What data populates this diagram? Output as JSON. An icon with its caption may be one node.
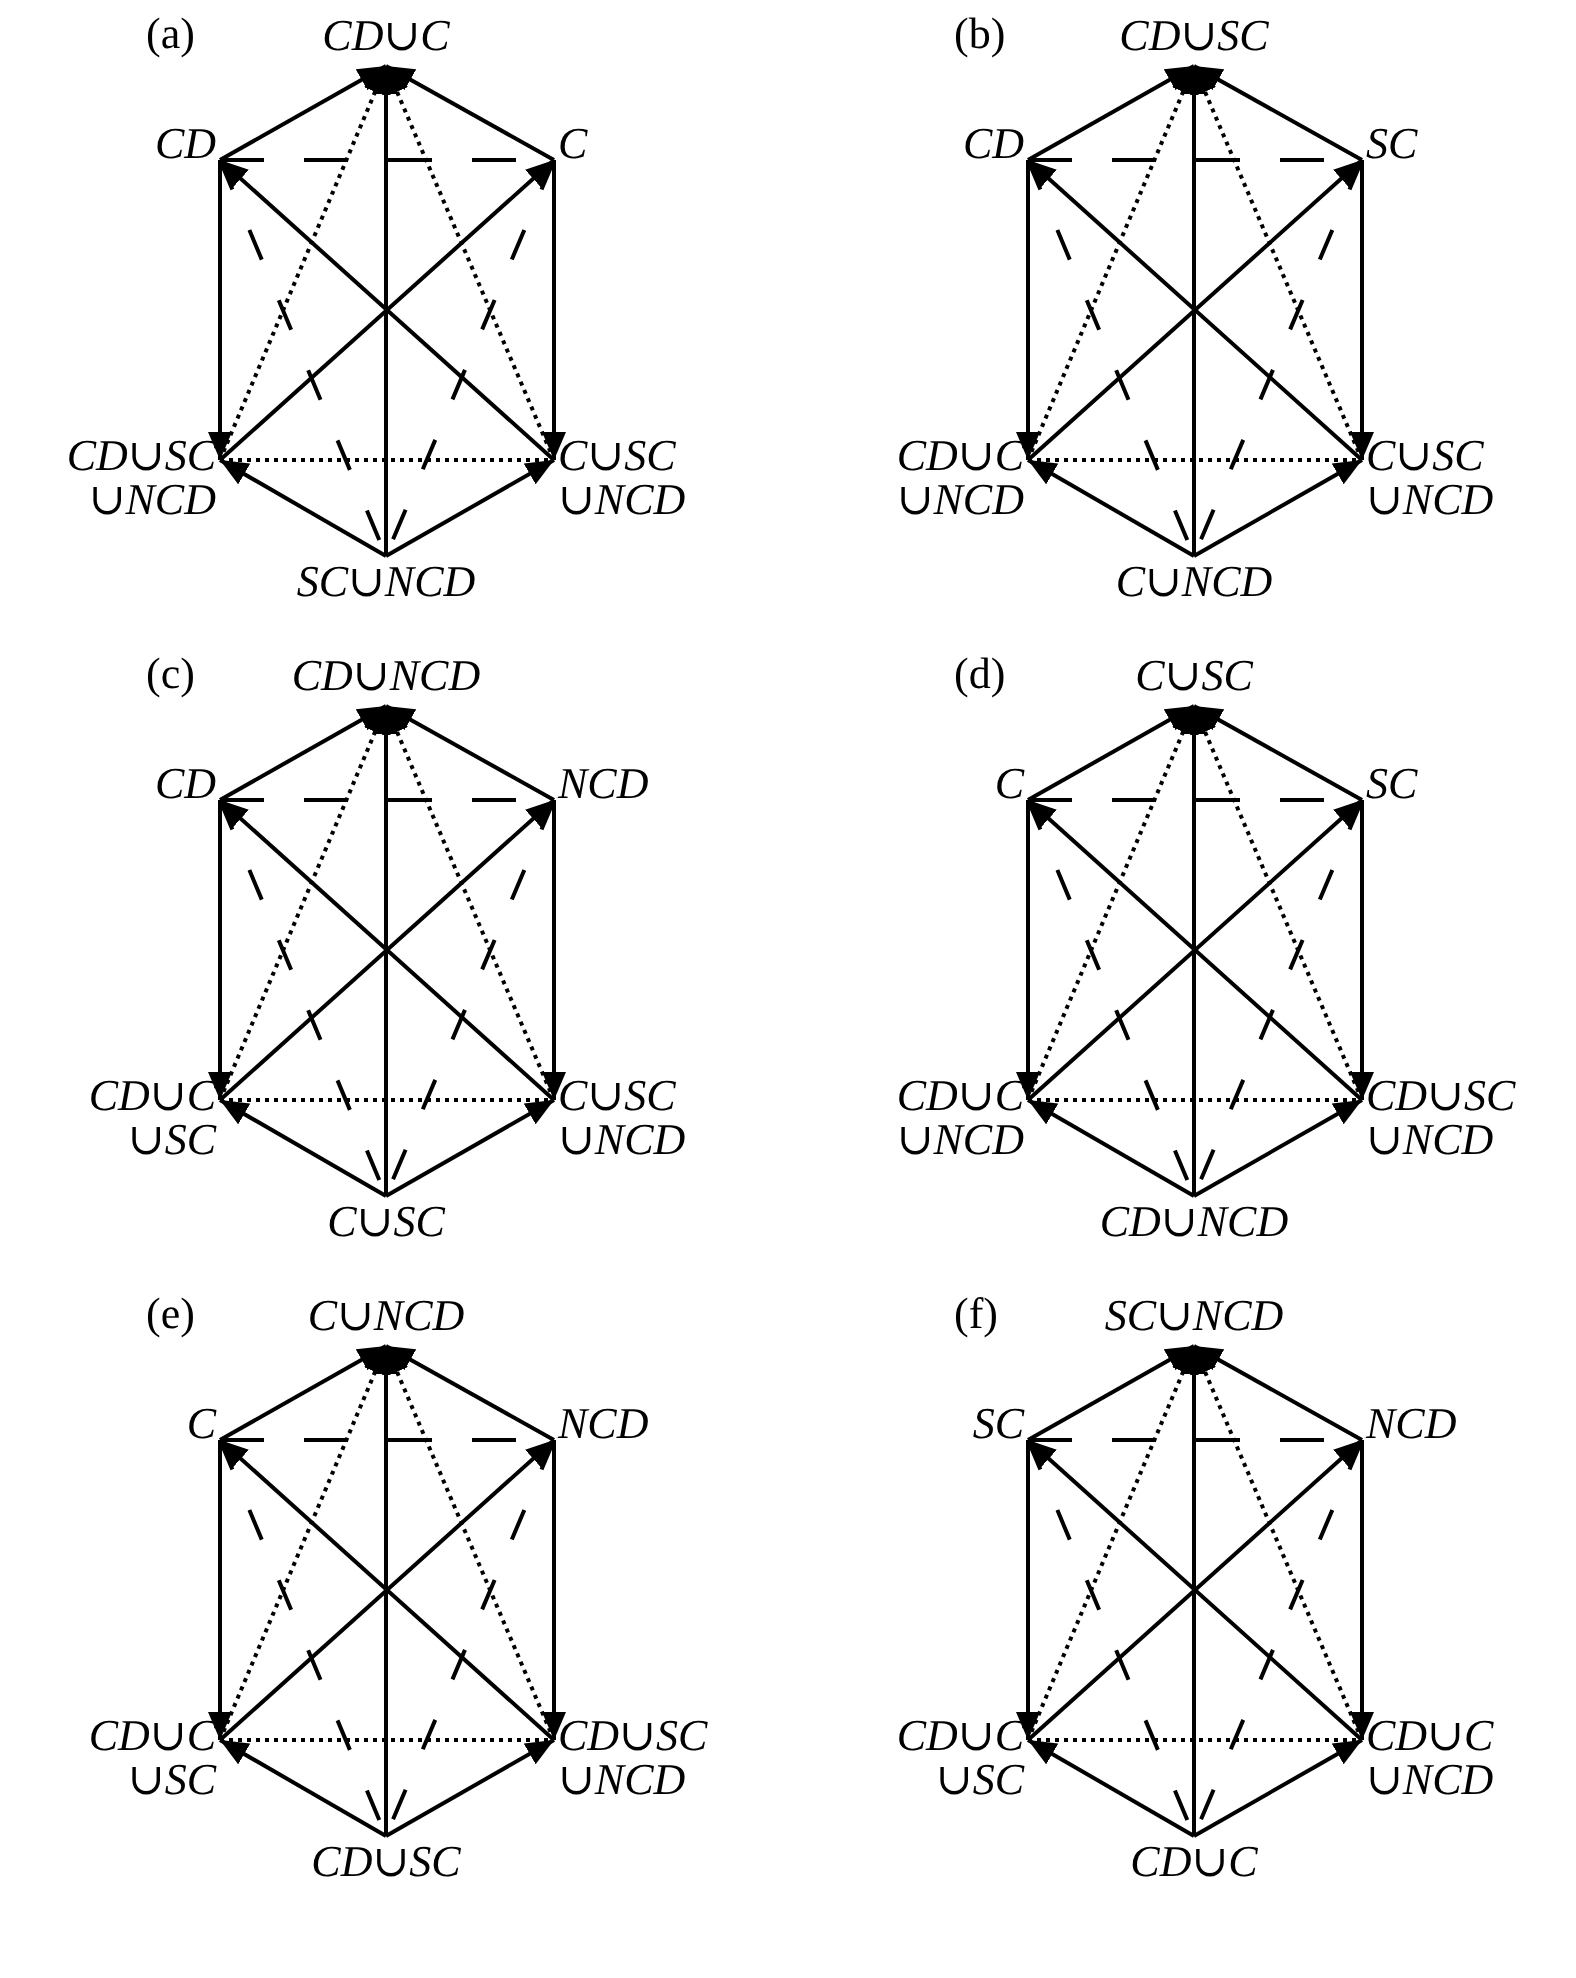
{
  "diagram": {
    "nodes": [
      {
        "text": [
          "CD∪C"
        ]
      },
      {
        "text": [
          "CD"
        ]
      },
      {
        "text": [
          "C"
        ]
      },
      {
        "text": [
          "CD∪SC ∪NCD"
        ]
      },
      {
        "text": [
          "C∪SC ∪NCD"
        ]
      },
      {
        "text": [
          "SC∪NCD"
        ]
      },
      {
        "text": [
          "CD∪SC"
        ]
      },
      {
        "text": [
          "CD"
        ]
      },
      {
        "text": [
          "SC"
        ]
      },
      {
        "text": [
          "CD∪C ∪NCD"
        ]
      },
      {
        "text": [
          "C∪SC ∪NCD"
        ]
      },
      {
        "text": [
          "C∪NCD"
        ]
      },
      {
        "text": [
          "CD∪NCD"
        ]
      },
      {
        "text": [
          "CD"
        ]
      },
      {
        "text": [
          "NCD"
        ]
      },
      {
        "text": [
          "CD∪C ∪SC"
        ]
      },
      {
        "text": [
          "C∪SC ∪NCD"
        ]
      },
      {
        "text": [
          "C∪SC"
        ]
      },
      {
        "text": [
          "C∪SC"
        ]
      },
      {
        "text": [
          "C"
        ]
      },
      {
        "text": [
          "SC"
        ]
      },
      {
        "text": [
          "CD∪C ∪NCD"
        ]
      },
      {
        "text": [
          "CD∪SC ∪NCD"
        ]
      },
      {
        "text": [
          "CD∪NCD"
        ]
      },
      {
        "text": [
          "C∪NCD"
        ]
      },
      {
        "text": [
          "C"
        ]
      },
      {
        "text": [
          "NCD"
        ]
      },
      {
        "text": [
          "CD∪C ∪SC"
        ]
      },
      {
        "text": [
          "CD∪SC ∪NCD"
        ]
      },
      {
        "text": [
          "CD∪SC"
        ]
      },
      {
        "text": [
          "SC∪NCD"
        ]
      },
      {
        "text": [
          "SC"
        ]
      },
      {
        "text": [
          "NCD"
        ]
      },
      {
        "text": [
          "CD∪C ∪SC"
        ]
      },
      {
        "text": [
          "CD∪C ∪NCD"
        ]
      },
      {
        "text": [
          "CD∪C"
        ]
      }
    ],
    "edges": [
      {
        "from": 1,
        "to": 0,
        "arrow": "to"
      },
      {
        "from": 2,
        "to": 0,
        "arrow": "to"
      },
      {
        "from": 1,
        "to": 2,
        "arrow": "none",
        "style": "dashed"
      },
      {
        "from": 1,
        "to": 3,
        "arrow": "to"
      },
      {
        "from": 2,
        "to": 4,
        "arrow": "to"
      },
      {
        "from": 4,
        "to": 1,
        "arrow": "to"
      },
      {
        "from": 3,
        "to": 2,
        "arrow": "to"
      },
      {
        "from": 3,
        "to": 0,
        "arrow": "to",
        "style": "dashed"
      },
      {
        "from": 4,
        "to": 0,
        "arrow": "to",
        "style": "dashed"
      },
      {
        "from": 3,
        "to": 4,
        "arrow": "none",
        "style": "dashed"
      },
      {
        "from": 5,
        "to": 3,
        "arrow": "to"
      },
      {
        "from": 5,
        "to": 4,
        "arrow": "to"
      },
      {
        "from": 1,
        "to": 5,
        "arrow": "none",
        "style": "dashed"
      },
      {
        "from": 2,
        "to": 5,
        "arrow": "none",
        "style": "dashed"
      },
      {
        "from": 5,
        "to": 0,
        "arrow": "to"
      },
      {
        "from": 7,
        "to": 6,
        "arrow": "to"
      },
      {
        "from": 8,
        "to": 6,
        "arrow": "to"
      },
      {
        "from": 7,
        "to": 8,
        "arrow": "none",
        "style": "dashed"
      },
      {
        "from": 7,
        "to": 9,
        "arrow": "to"
      },
      {
        "from": 8,
        "to": 10,
        "arrow": "to"
      },
      {
        "from": 10,
        "to": 7,
        "arrow": "to"
      },
      {
        "from": 9,
        "to": 8,
        "arrow": "to"
      },
      {
        "from": 9,
        "to": 6,
        "arrow": "to",
        "style": "dashed"
      },
      {
        "from": 10,
        "to": 6,
        "arrow": "to",
        "style": "dashed"
      },
      {
        "from": 9,
        "to": 10,
        "arrow": "none",
        "style": "dashed"
      },
      {
        "from": 11,
        "to": 9,
        "arrow": "to"
      },
      {
        "from": 11,
        "to": 10,
        "arrow": "to"
      },
      {
        "from": 7,
        "to": 11,
        "arrow": "none",
        "style": "dashed"
      },
      {
        "from": 8,
        "to": 11,
        "arrow": "none",
        "style": "dashed"
      },
      {
        "from": 11,
        "to": 6,
        "arrow": "to"
      },
      {
        "from": 13,
        "to": 12,
        "arrow": "to"
      },
      {
        "from": 14,
        "to": 12,
        "arrow": "to"
      },
      {
        "from": 13,
        "to": 14,
        "arrow": "none",
        "style": "dashed"
      },
      {
        "from": 13,
        "to": 15,
        "arrow": "to"
      },
      {
        "from": 14,
        "to": 16,
        "arrow": "to"
      },
      {
        "from": 16,
        "to": 13,
        "arrow": "to"
      },
      {
        "from": 15,
        "to": 14,
        "arrow": "to"
      },
      {
        "from": 15,
        "to": 12,
        "arrow": "to",
        "style": "dashed"
      },
      {
        "from": 16,
        "to": 12,
        "arrow": "to",
        "style": "dashed"
      },
      {
        "from": 15,
        "to": 16,
        "arrow": "none",
        "style": "dashed"
      },
      {
        "from": 17,
        "to": 15,
        "arrow": "to"
      },
      {
        "from": 17,
        "to": 16,
        "arrow": "to"
      },
      {
        "from": 13,
        "to": 17,
        "arrow": "none",
        "style": "dashed"
      },
      {
        "from": 14,
        "to": 17,
        "arrow": "none",
        "style": "dashed"
      },
      {
        "from": 17,
        "to": 12,
        "arrow": "to"
      },
      {
        "from": 19,
        "to": 18,
        "arrow": "to"
      },
      {
        "from": 20,
        "to": 18,
        "arrow": "to"
      },
      {
        "from": 19,
        "to": 20,
        "arrow": "none",
        "style": "dashed"
      },
      {
        "from": 19,
        "to": 21,
        "arrow": "to"
      },
      {
        "from": 20,
        "to": 22,
        "arrow": "to"
      },
      {
        "from": 22,
        "to": 19,
        "arrow": "to"
      },
      {
        "from": 21,
        "to": 20,
        "arrow": "to"
      },
      {
        "from": 21,
        "to": 18,
        "arrow": "to",
        "style": "dashed"
      },
      {
        "from": 22,
        "to": 18,
        "arrow": "to",
        "style": "dashed"
      },
      {
        "from": 21,
        "to": 22,
        "arrow": "none",
        "style": "dashed"
      },
      {
        "from": 23,
        "to": 21,
        "arrow": "to"
      },
      {
        "from": 23,
        "to": 22,
        "arrow": "to"
      },
      {
        "from": 19,
        "to": 23,
        "arrow": "none",
        "style": "dashed"
      },
      {
        "from": 20,
        "to": 23,
        "arrow": "none",
        "style": "dashed"
      },
      {
        "from": 23,
        "to": 18,
        "arrow": "to"
      },
      {
        "from": 25,
        "to": 24,
        "arrow": "to"
      },
      {
        "from": 26,
        "to": 24,
        "arrow": "to"
      },
      {
        "from": 25,
        "to": 26,
        "arrow": "none",
        "style": "dashed"
      },
      {
        "from": 25,
        "to": 27,
        "arrow": "to"
      },
      {
        "from": 26,
        "to": 28,
        "arrow": "to"
      },
      {
        "from": 28,
        "to": 25,
        "arrow": "to"
      },
      {
        "from": 27,
        "to": 26,
        "arrow": "to"
      },
      {
        "from": 27,
        "to": 24,
        "arrow": "to",
        "style": "dashed"
      },
      {
        "from": 28,
        "to": 24,
        "arrow": "to",
        "style": "dashed"
      },
      {
        "from": 27,
        "to": 28,
        "arrow": "none",
        "style": "dashed"
      },
      {
        "from": 29,
        "to": 27,
        "arrow": "to"
      },
      {
        "from": 29,
        "to": 28,
        "arrow": "to"
      },
      {
        "from": 25,
        "to": 29,
        "arrow": "none",
        "style": "dashed"
      },
      {
        "from": 26,
        "to": 29,
        "arrow": "none",
        "style": "dashed"
      },
      {
        "from": 29,
        "to": 24,
        "arrow": "to"
      },
      {
        "from": 31,
        "to": 30,
        "arrow": "to"
      },
      {
        "from": 32,
        "to": 30,
        "arrow": "to"
      },
      {
        "from": 31,
        "to": 32,
        "arrow": "none",
        "style": "dashed"
      },
      {
        "from": 31,
        "to": 33,
        "arrow": "to"
      },
      {
        "from": 32,
        "to": 34,
        "arrow": "to"
      },
      {
        "from": 34,
        "to": 31,
        "arrow": "to"
      },
      {
        "from": 33,
        "to": 32,
        "arrow": "to"
      },
      {
        "from": 33,
        "to": 30,
        "arrow": "to",
        "style": "dashed"
      },
      {
        "from": 34,
        "to": 30,
        "arrow": "to",
        "style": "dashed"
      },
      {
        "from": 33,
        "to": 34,
        "arrow": "none",
        "style": "dashed"
      },
      {
        "from": 35,
        "to": 33,
        "arrow": "to"
      },
      {
        "from": 35,
        "to": 34,
        "arrow": "to"
      },
      {
        "from": 31,
        "to": 35,
        "arrow": "none",
        "style": "dashed"
      },
      {
        "from": 32,
        "to": 35,
        "arrow": "none",
        "style": "dashed"
      },
      {
        "from": 35,
        "to": 30,
        "arrow": "to"
      }
    ],
    "labels": [
      "(a)",
      "(b)",
      "(c)",
      "(d)",
      "(e)",
      "(f)"
    ]
  }
}
